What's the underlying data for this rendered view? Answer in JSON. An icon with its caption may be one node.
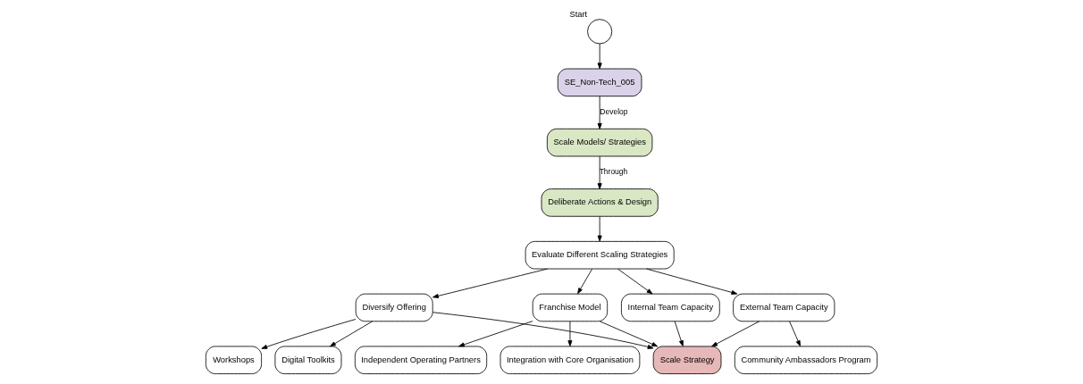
{
  "diagram": {
    "nodes": [
      {
        "text": [],
        "shape": "circle",
        "beside": [
          "Start"
        ]
      },
      {
        "text": [
          "SE_Non-Tech_005"
        ]
      },
      {
        "text": [
          "Scale Models/ Strategies"
        ]
      },
      {
        "text": [
          "Deliberate Actions & Design"
        ]
      },
      {
        "text": [
          "Evaluate Different Scaling Strategies"
        ]
      },
      {
        "text": [
          "Diversify Offering"
        ]
      },
      {
        "text": [
          "Workshops"
        ]
      },
      {
        "text": [
          "Digital Toolkits"
        ]
      },
      {
        "text": [
          "Franchise Model"
        ]
      },
      {
        "text": [
          "Internal Team Capacity"
        ]
      },
      {
        "text": [
          "External Team Capacity"
        ]
      },
      {
        "text": [
          "Independent Operating Partners"
        ]
      },
      {
        "text": [
          "Integration with Core Organisation"
        ]
      },
      {
        "text": [
          "Community Ambassadors Program"
        ]
      },
      {
        "text": [
          "Scale Strategy"
        ]
      }
    ],
    "edges": [
      {
        "from": 0,
        "to": 1,
        "arrow": "to"
      },
      {
        "from": 1,
        "to": 2,
        "arrow": "to",
        "label": "Develop"
      },
      {
        "from": 2,
        "to": 3,
        "arrow": "to",
        "label": "Through"
      },
      {
        "from": 3,
        "to": 4,
        "arrow": "to"
      },
      {
        "from": 4,
        "to": 5,
        "arrow": "to"
      },
      {
        "from": 4,
        "to": 8,
        "arrow": "to"
      },
      {
        "from": 4,
        "to": 9,
        "arrow": "to"
      },
      {
        "from": 4,
        "to": 10,
        "arrow": "to"
      },
      {
        "from": 5,
        "to": 6,
        "arrow": "to"
      },
      {
        "from": 5,
        "to": 7,
        "arrow": "to"
      },
      {
        "from": 5,
        "to": 14,
        "arrow": "to"
      },
      {
        "from": 8,
        "to": 11,
        "arrow": "to"
      },
      {
        "from": 8,
        "to": 12,
        "arrow": "to"
      },
      {
        "from": 8,
        "to": 14,
        "arrow": "to"
      },
      {
        "from": 9,
        "to": 14,
        "arrow": "to"
      },
      {
        "from": 10,
        "to": 13,
        "arrow": "to"
      },
      {
        "from": 10,
        "to": 14,
        "arrow": "to"
      }
    ]
  }
}
